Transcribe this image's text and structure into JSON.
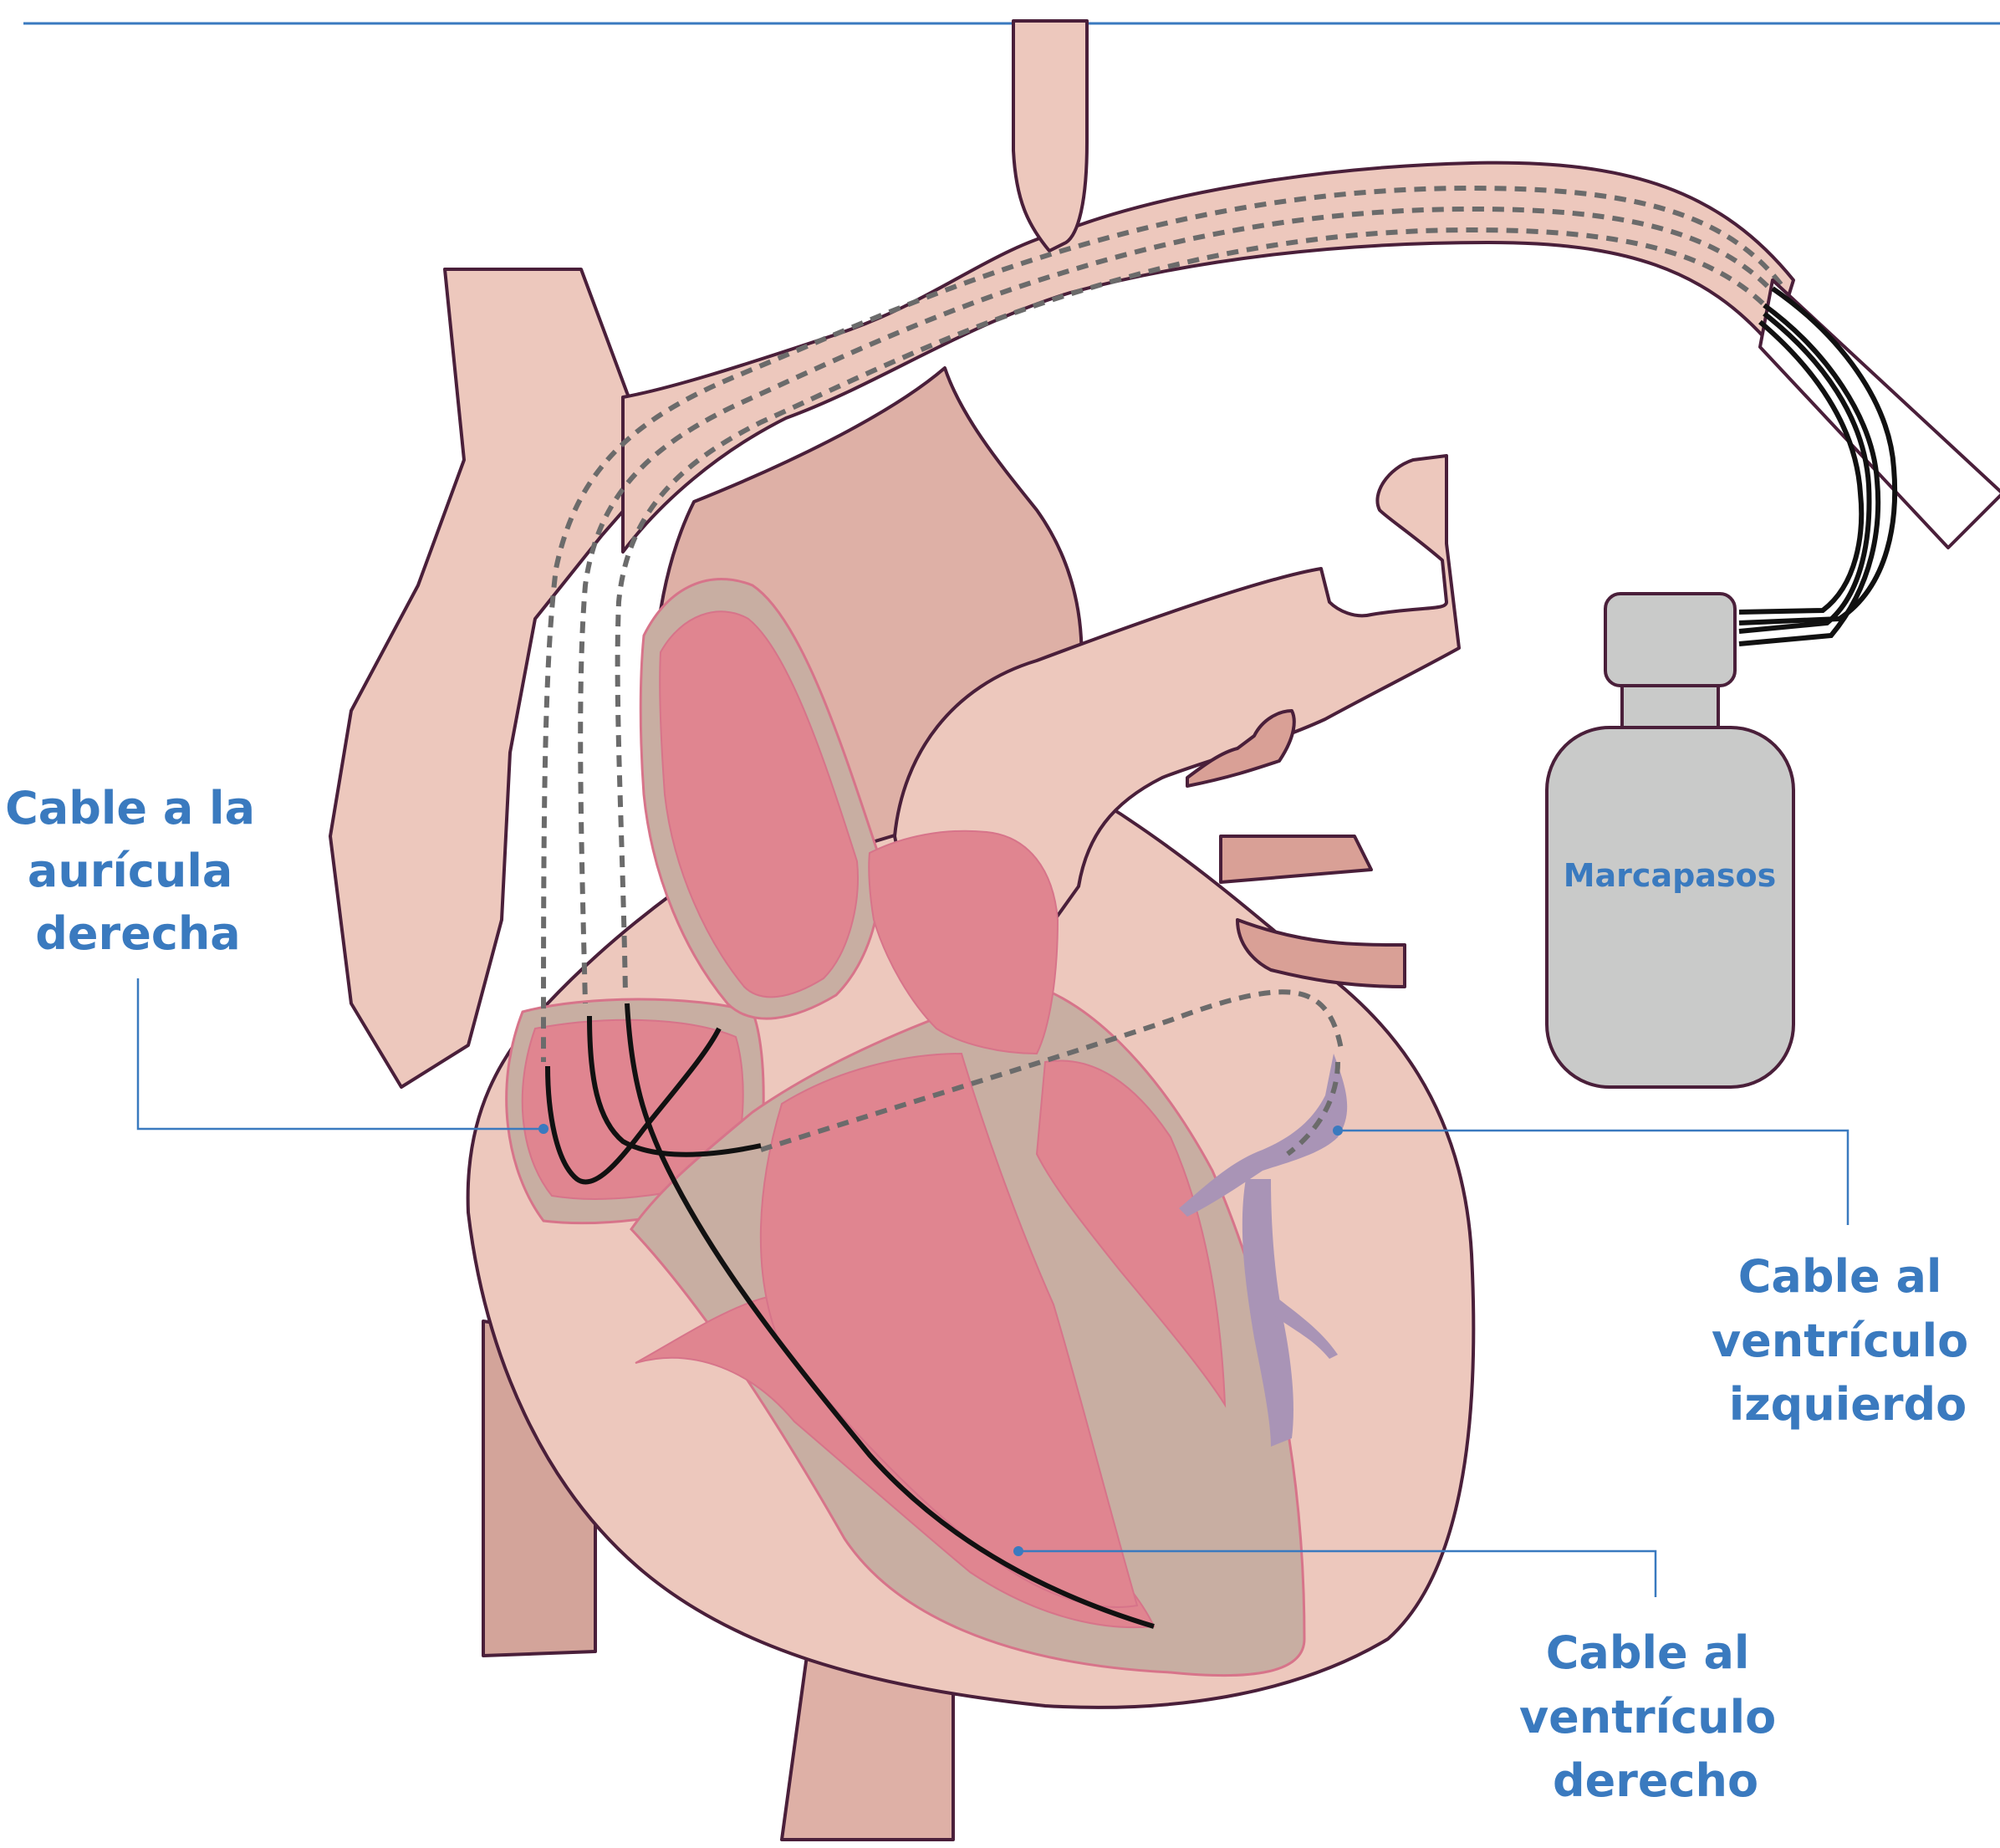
{
  "labels": {
    "pacemaker": "Marcapasos",
    "atrium": [
      "Cable a la",
      "aurícula",
      "derecha"
    ],
    "left_ventricle": [
      "Cable al",
      "ventrículo",
      "izquierdo"
    ],
    "right_ventricle": [
      "Cable al",
      "ventrículo",
      "derecho"
    ]
  },
  "colors": {
    "accent": "#3a7abf",
    "tissue_light": "#edc8bd",
    "tissue_mid": "#deb0a6",
    "tissue_dark": "#d3a49a",
    "myocardium": "#c8aea2",
    "chamber": "#e08590",
    "vein": "#a994b6",
    "device": "#c9cac9",
    "outline": "#4a1f3a"
  }
}
